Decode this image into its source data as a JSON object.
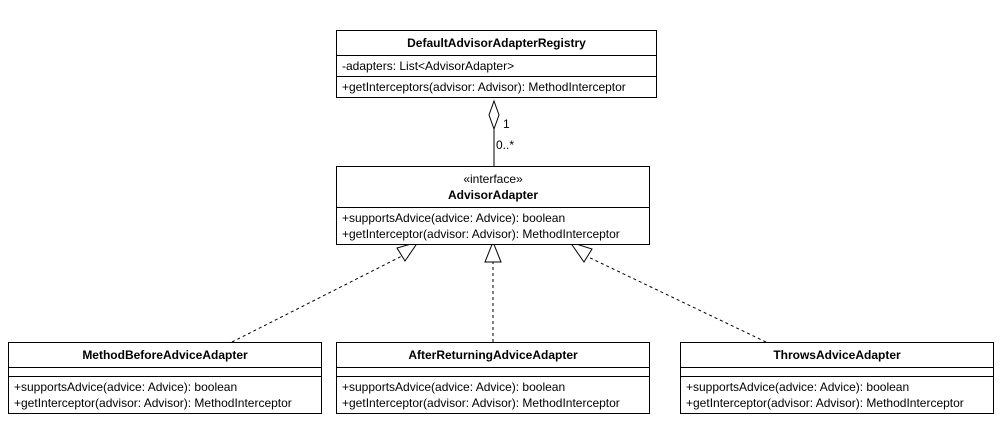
{
  "registry": {
    "name": "DefaultAdvisorAdapterRegistry",
    "attribute": "-adapters: List<AdvisorAdapter>",
    "operation": "+getInterceptors(advisor: Advisor): MethodInterceptor"
  },
  "association": {
    "source_mult": "1",
    "target_mult": "0..*"
  },
  "adapter_interface": {
    "stereotype": "«interface»",
    "name": "AdvisorAdapter",
    "op1": "+supportsAdvice(advice: Advice): boolean",
    "op2": "+getInterceptor(advisor: Advisor): MethodInterceptor"
  },
  "impl_before": {
    "name": "MethodBeforeAdviceAdapter",
    "op1": "+supportsAdvice(advice: Advice): boolean",
    "op2": "+getInterceptor(advisor: Advisor): MethodInterceptor"
  },
  "impl_after": {
    "name": "AfterReturningAdviceAdapter",
    "op1": "+supportsAdvice(advice: Advice): boolean",
    "op2": "+getInterceptor(advisor: Advisor): MethodInterceptor"
  },
  "impl_throws": {
    "name": "ThrowsAdviceAdapter",
    "op1": "+supportsAdvice(advice: Advice): boolean",
    "op2": "+getInterceptor(advisor: Advisor): MethodInterceptor"
  }
}
